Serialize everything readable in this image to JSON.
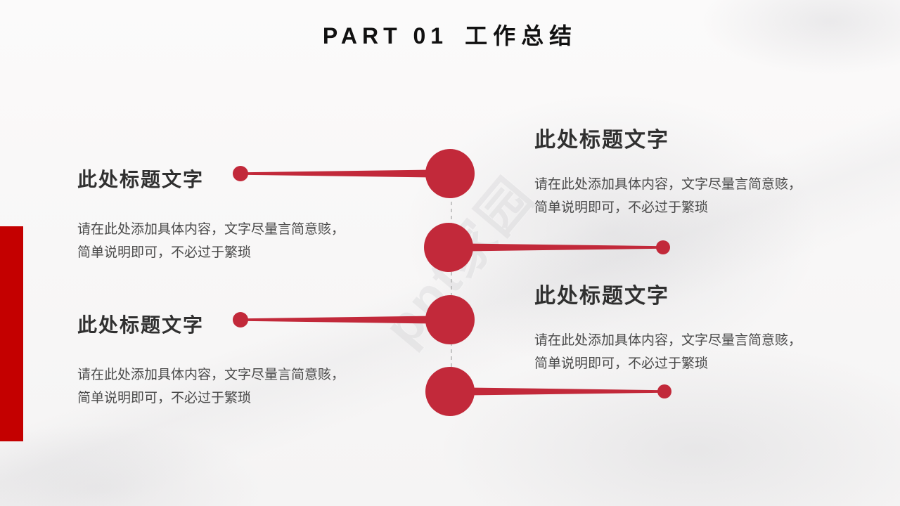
{
  "slide": {
    "header": {
      "part_label": "PART 01",
      "title": "工作总结"
    },
    "sections": [
      {
        "id": "top-left",
        "title": "此处标题文字",
        "body_line1": "请在此处添加具体内容，文字尽量言简意赅，",
        "body_line2": "简单说明即可，不必过于繁琐"
      },
      {
        "id": "top-right",
        "title": "此处标题文字",
        "body_line1": "请在此处添加具体内容，文字尽量言简意赅，",
        "body_line2": "简单说明即可，不必过于繁琐"
      },
      {
        "id": "bottom-left",
        "title": "此处标题文字",
        "body_line1": "请在此处添加具体内容，文字尽量言简意赅，",
        "body_line2": "简单说明即可，不必过于繁琐"
      },
      {
        "id": "bottom-right",
        "title": "此处标题文字",
        "body_line1": "请在此处添加具体内容，文字尽量言简意赅，",
        "body_line2": "简单说明即可，不必过于繁琐"
      }
    ],
    "watermark": "ppt家园",
    "colors": {
      "accent_red": "#C2293A",
      "bar_red": "#C40000",
      "header_text": "#111111",
      "section_title_text": "#303030",
      "body_text": "#4A4A4A",
      "dashed_line": "#ABABAB",
      "watermark_gray": "#BFBFC3"
    }
  }
}
